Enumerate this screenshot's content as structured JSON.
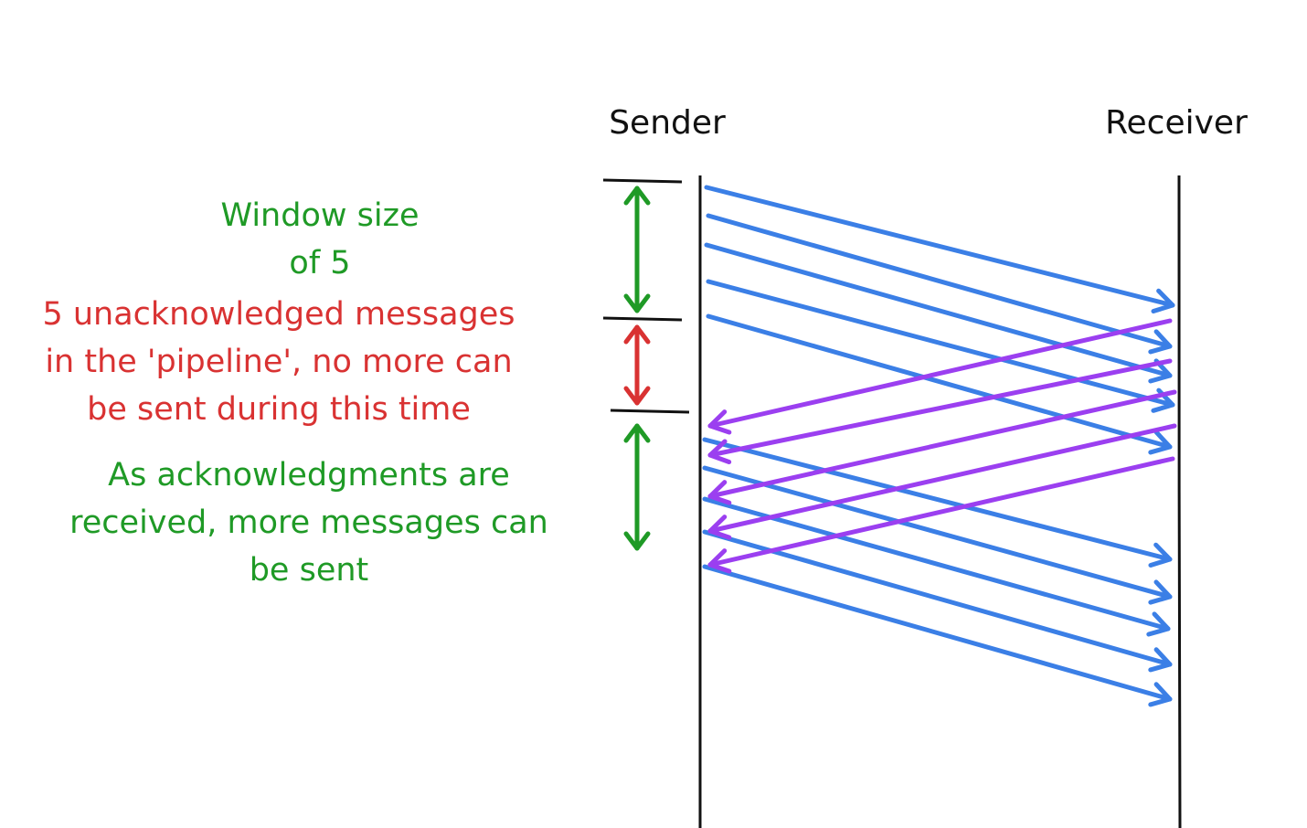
{
  "lanes": {
    "sender_label": "Sender",
    "receiver_label": "Receiver"
  },
  "annotations": {
    "window": {
      "lines": [
        "Window size",
        "of 5"
      ],
      "color": "#1f9a26"
    },
    "pipeline": {
      "lines": [
        "5 unacknowledged messages",
        "in the 'pipeline', no more can",
        "be sent during this time"
      ],
      "color": "#d93232"
    },
    "acks": {
      "lines": [
        "As acknowledgments are",
        "received, more messages can",
        "be sent"
      ],
      "color": "#1f9a26"
    }
  },
  "colors": {
    "message": "#3b7fe6",
    "acknowledgment": "#9b3ff0",
    "lifeline": "#111111",
    "window_bracket": "#1f9a26",
    "blocked_bracket": "#d93232"
  },
  "icons": {
    "message_arrow": "right-arrow-icon",
    "ack_arrow": "left-arrow-icon",
    "bracket_arrow": "double-arrow-icon"
  }
}
